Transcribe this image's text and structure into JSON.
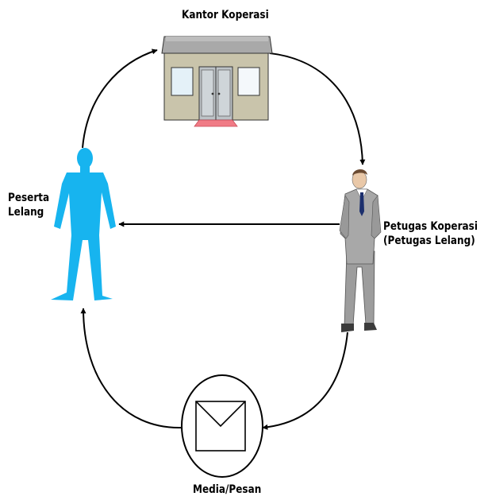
{
  "labels": {
    "office": "Kantor Koperasi",
    "participant": [
      "Peserta",
      "Lelang"
    ],
    "officer": [
      "Petugas Koperasi",
      "(Petugas Lelang)"
    ],
    "media": "Media/Pesan"
  },
  "colors": {
    "participant": "#17b4ef",
    "suit": "#a8a8a8",
    "office_wall": "#c9c4ab",
    "office_roof": "#a9a9a9",
    "office_window": "#e4f1f8",
    "doormat": "#f07b86",
    "arrow": "#000000"
  },
  "icons": {
    "office": "office-building-icon",
    "participant": "person-silhouette-icon",
    "officer": "businessman-icon",
    "media": "envelope-icon"
  }
}
